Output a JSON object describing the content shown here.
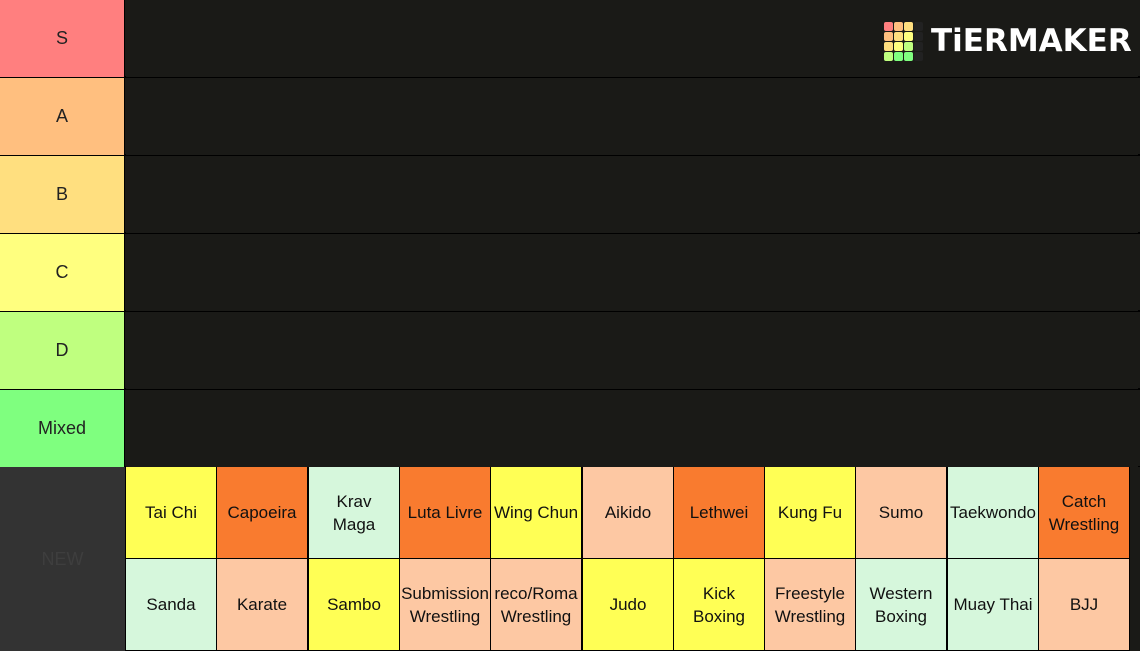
{
  "logo": {
    "text": "TiERMAKER",
    "grid_colors": [
      "#ff7f7f",
      "#ffbf7f",
      "#ffdf7f",
      "#222222",
      "#ffbf7f",
      "#ffdf7f",
      "#ffff7f",
      "#222222",
      "#ffdf7f",
      "#ffff7f",
      "#bfff7f",
      "#222222",
      "#bfff7f",
      "#7fff7f",
      "#7fff7f",
      "#222222"
    ]
  },
  "tiers": [
    {
      "label": "S",
      "color": "#ff7f7f"
    },
    {
      "label": "A",
      "color": "#ffbf7f"
    },
    {
      "label": "B",
      "color": "#ffdf7f"
    },
    {
      "label": "C",
      "color": "#ffff7f"
    },
    {
      "label": "D",
      "color": "#bfff7f"
    },
    {
      "label": "Mixed",
      "color": "#7fff7f"
    }
  ],
  "new_label": "NEW",
  "items": [
    {
      "label": "Tai Chi",
      "color": "#ffff55"
    },
    {
      "label": "Capoeira",
      "color": "#f97b2f"
    },
    {
      "label": "Krav\nMaga",
      "color": "#d6f7dc"
    },
    {
      "label": "Luta Livre",
      "color": "#f97b2f"
    },
    {
      "label": "Wing Chun",
      "color": "#ffff55"
    },
    {
      "label": "Aikido",
      "color": "#fdc8a3"
    },
    {
      "label": "Lethwei",
      "color": "#f97b2f"
    },
    {
      "label": "Kung Fu",
      "color": "#ffff55"
    },
    {
      "label": "Sumo",
      "color": "#fdc8a3"
    },
    {
      "label": "Taekwondo",
      "color": "#d6f7dc"
    },
    {
      "label": "Catch\nWrestling",
      "color": "#f97b2f"
    },
    {
      "label": "Sanda",
      "color": "#d6f7dc"
    },
    {
      "label": "Karate",
      "color": "#fdc8a3"
    },
    {
      "label": "Sambo",
      "color": "#ffff55"
    },
    {
      "label": "Submission\nWrestling",
      "color": "#fdc8a3"
    },
    {
      "label": "reco/Roma\nWrestling",
      "color": "#fdc8a3"
    },
    {
      "label": "Judo",
      "color": "#ffff55"
    },
    {
      "label": "Kick\nBoxing",
      "color": "#ffff55"
    },
    {
      "label": "Freestyle\nWrestling",
      "color": "#fdc8a3"
    },
    {
      "label": "Western\nBoxing",
      "color": "#d6f7dc"
    },
    {
      "label": "Muay Thai",
      "color": "#d6f7dc"
    },
    {
      "label": "BJJ",
      "color": "#fdc8a3"
    }
  ]
}
